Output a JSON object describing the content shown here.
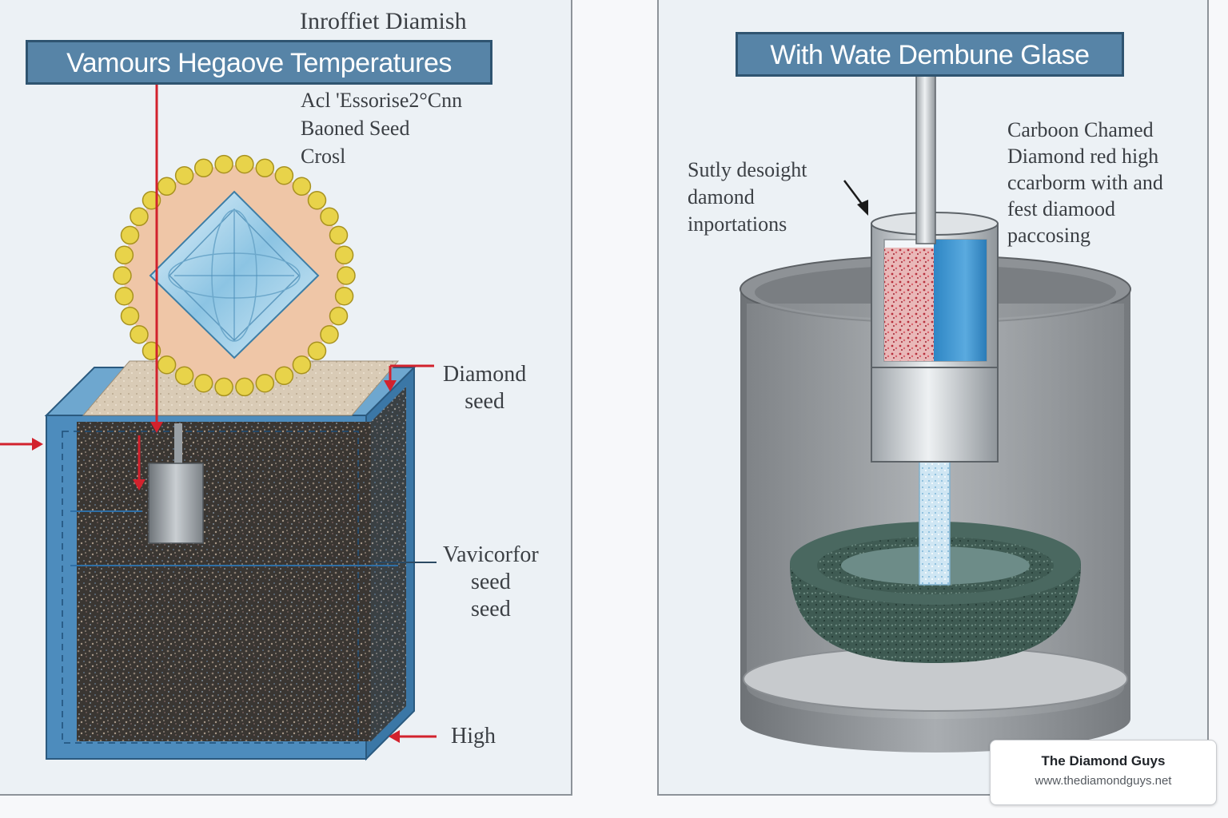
{
  "left_panel": {
    "top_label": "Inroffiet Diamish",
    "banner": "Vamours Hegaove Temperatures",
    "note": "Acl 'Essorise2°Cnn\nBaoned Seed\nCrosl",
    "label_diamond_seed": "Diamond\nseed",
    "label_vavicorfor": "Vavicorfor\nseed\nseed",
    "label_high": "High"
  },
  "right_panel": {
    "banner": "With Wate Dembune Glase",
    "label_left": "Sutly desoight\ndamond\ninportations",
    "label_right": "Carboon Chamed\nDiamond red high\nccarborm with and\nfest diamood\npaccosing"
  },
  "badge": {
    "title": "The Diamond Guys",
    "url": "www.thediamondguys.net"
  },
  "colors": {
    "accent_red": "#d2222d",
    "banner_blue": "#5784a7",
    "vessel_blue": "#3f82b4",
    "gold_bead": "#e8d34a"
  }
}
